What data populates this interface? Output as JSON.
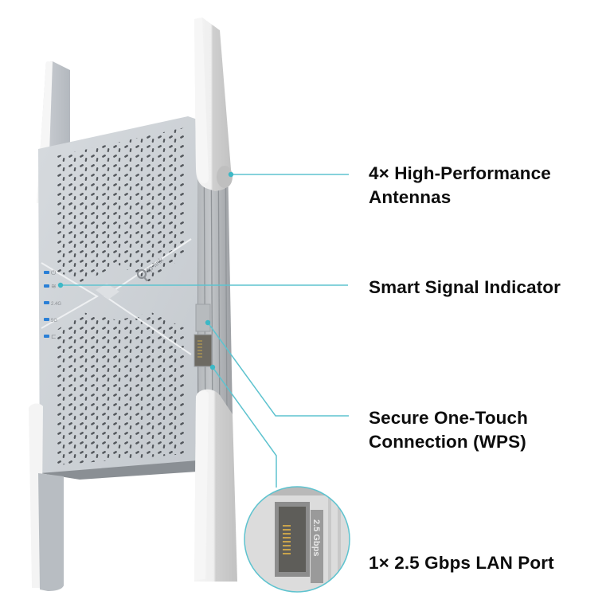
{
  "product": {
    "brand_logo_text": "tp-link",
    "led_indicators": [
      {
        "icon": "power-icon",
        "color": "#2a7fd6"
      },
      {
        "icon": "signal-icon",
        "color": "#2a7fd6"
      },
      {
        "icon": "band-2-4g-icon",
        "label": "2.4G",
        "color": "#2a7fd6"
      },
      {
        "icon": "band-5g-icon",
        "label": "5G",
        "color": "#2a7fd6"
      },
      {
        "icon": "ethernet-icon",
        "color": "#2a7fd6"
      }
    ],
    "port_label": "2.5 Gbps"
  },
  "callouts": [
    {
      "id": "antennas",
      "lines": [
        "4× High-Performance",
        "Antennas"
      ]
    },
    {
      "id": "signal-indicator",
      "lines": [
        "Smart Signal Indicator"
      ]
    },
    {
      "id": "wps",
      "lines": [
        "Secure One-Touch",
        "Connection (WPS)"
      ]
    },
    {
      "id": "lan-port",
      "lines": [
        "1× 2.5 Gbps LAN Port"
      ]
    }
  ],
  "colors": {
    "callout_line": "#5ec3cf",
    "callout_dot": "#3db8c6",
    "text": "#0d0d0d",
    "device_face": "#cfd3d8",
    "antenna": "#e6e6e6"
  }
}
